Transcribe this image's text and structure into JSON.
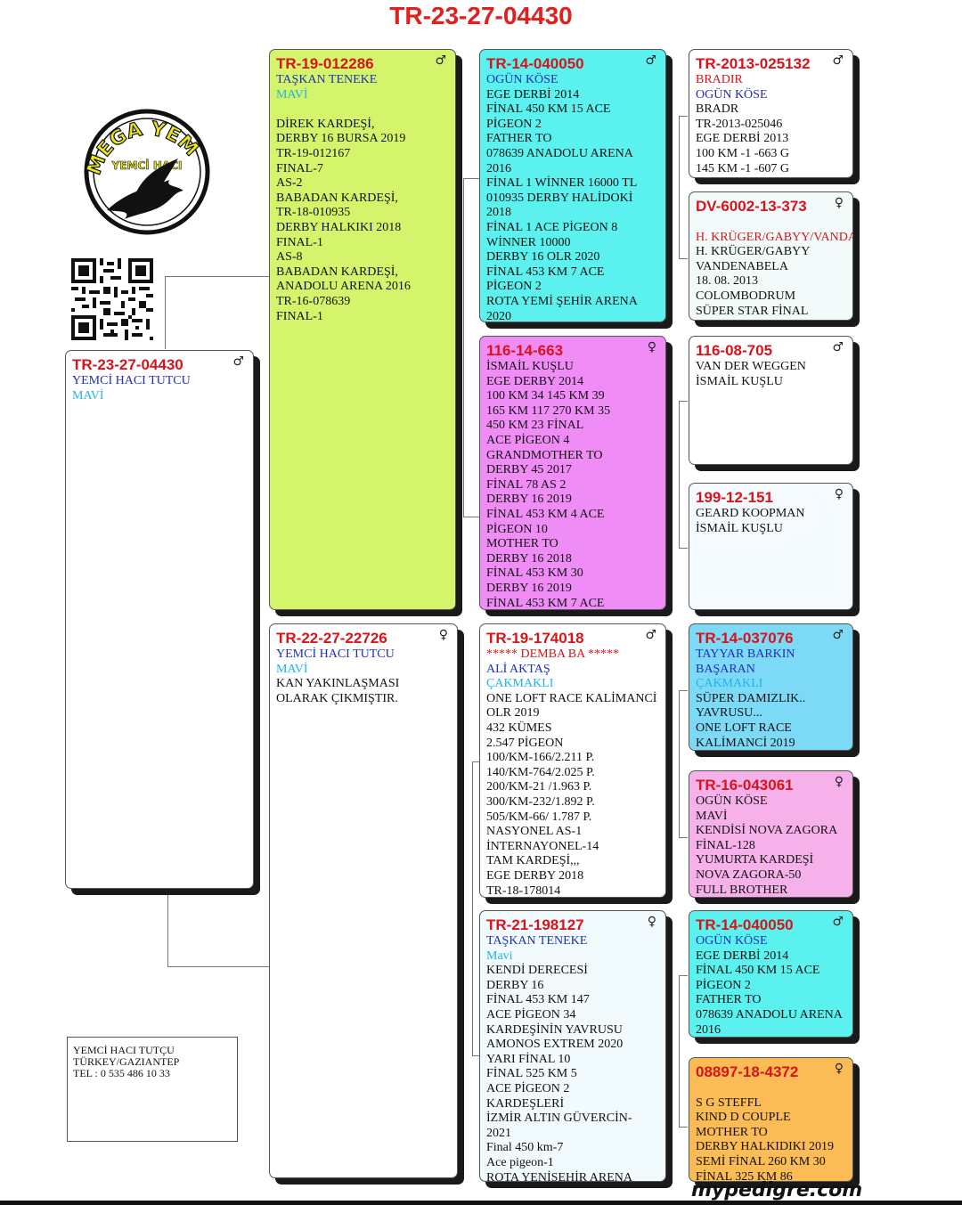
{
  "title": "TR-23-27-04430",
  "logo": {
    "text_top": "MEGA YEM",
    "text_bottom": "YEMCİ HACI"
  },
  "contact": [
    "YEMCİ HACI TUTÇU",
    "TÜRKEY/GAZIANTEP",
    "TEL : 0 535 486 10 33"
  ],
  "brand": "mypedigre.com",
  "cards": [
    {
      "id": "subject",
      "bg": "#ffffff",
      "ring": "TR-23-27-04430",
      "sex": "♂",
      "lines": [
        {
          "t": "YEMCİ HACI TUTCU",
          "c": "owner"
        },
        {
          "t": "MAVİ",
          "c": "color"
        }
      ]
    },
    {
      "id": "sire",
      "bg": "#d4f56b",
      "ring": "TR-19-012286",
      "sex": "♂",
      "lines": [
        {
          "t": "TAŞKAN TENEKE",
          "c": "owner"
        },
        {
          "t": "MAVİ",
          "c": "color"
        },
        {
          "t": "",
          "c": ""
        },
        {
          "t": "DİREK KARDEŞİ,",
          "c": ""
        },
        {
          "t": "DERBY 16 BURSA 2019",
          "c": ""
        },
        {
          "t": "TR-19-012167",
          "c": ""
        },
        {
          "t": "FINAL-7",
          "c": ""
        },
        {
          "t": "AS-2",
          "c": ""
        },
        {
          "t": "BABADAN KARDEŞİ,",
          "c": ""
        },
        {
          "t": "TR-18-010935",
          "c": ""
        },
        {
          "t": "DERBY HALKIKI 2018",
          "c": ""
        },
        {
          "t": "FINAL-1",
          "c": ""
        },
        {
          "t": "AS-8",
          "c": ""
        },
        {
          "t": "BABADAN KARDEŞİ,",
          "c": ""
        },
        {
          "t": "ANADOLU ARENA 2016",
          "c": ""
        },
        {
          "t": "TR-16-078639",
          "c": ""
        },
        {
          "t": "FINAL-1",
          "c": ""
        }
      ]
    },
    {
      "id": "dam",
      "bg": "#ffffff",
      "ring": "TR-22-27-22726",
      "sex": "♀",
      "lines": [
        {
          "t": "YEMCİ HACI TUTCU",
          "c": "owner"
        },
        {
          "t": "MAVİ",
          "c": "color"
        },
        {
          "t": "KAN YAKINLAŞMASI",
          "c": ""
        },
        {
          "t": "OLARAK ÇIKMIŞTIR.",
          "c": ""
        }
      ]
    },
    {
      "id": "ss",
      "bg": "#5af1ef",
      "ring": "TR-14-040050",
      "sex": "♂",
      "lines": [
        {
          "t": "OGÜN KÖSE",
          "c": "owner"
        },
        {
          "t": "EGE DERBİ 2014",
          "c": ""
        },
        {
          "t": "FİNAL 450 KM 15 ACE",
          "c": ""
        },
        {
          "t": "PİGEON 2",
          "c": ""
        },
        {
          "t": "FATHER TO",
          "c": ""
        },
        {
          "t": "078639 ANADOLU ARENA",
          "c": ""
        },
        {
          "t": "2016",
          "c": ""
        },
        {
          "t": "FİNAL 1 WİNNER 16000 TL",
          "c": ""
        },
        {
          "t": "010935 DERBY HALİDOKİ",
          "c": ""
        },
        {
          "t": "2018",
          "c": ""
        },
        {
          "t": "FİNAL 1 ACE PİGEON 8",
          "c": ""
        },
        {
          "t": "WİNNER 10000",
          "c": ""
        },
        {
          "t": "DERBY 16 OLR 2020",
          "c": ""
        },
        {
          "t": "FİNAL 453 KM 7 ACE",
          "c": ""
        },
        {
          "t": "PİGEON 2",
          "c": ""
        },
        {
          "t": "ROTA YEMİ ŞEHİR ARENA",
          "c": ""
        },
        {
          "t": "2020",
          "c": ""
        }
      ]
    },
    {
      "id": "sd",
      "bg": "#f08cf5",
      "ring": "116-14-663",
      "sex": "♀",
      "lines": [
        {
          "t": "İSMAİL KUŞLU",
          "c": ""
        },
        {
          "t": "EGE DERBY 2014",
          "c": ""
        },
        {
          "t": "100 KM 34 145 KM 39",
          "c": ""
        },
        {
          "t": "165 KM 117 270 KM 35",
          "c": ""
        },
        {
          "t": "450 KM 23 FİNAL",
          "c": ""
        },
        {
          "t": "ACE PİGEON 4",
          "c": ""
        },
        {
          "t": "GRANDMOTHER TO",
          "c": ""
        },
        {
          "t": "DERBY 45 2017",
          "c": ""
        },
        {
          "t": "FİNAL 78 AS 2",
          "c": ""
        },
        {
          "t": "DERBY 16 2019",
          "c": ""
        },
        {
          "t": "FİNAL 453 KM 4 ACE",
          "c": ""
        },
        {
          "t": "PİGEON 10",
          "c": ""
        },
        {
          "t": "MOTHER TO",
          "c": ""
        },
        {
          "t": "DERBY 16 2018",
          "c": ""
        },
        {
          "t": "FİNAL 453 KM 30",
          "c": ""
        },
        {
          "t": "DERBY 16 2019",
          "c": ""
        },
        {
          "t": "FİNAL 453 KM 7 ACE",
          "c": ""
        }
      ]
    },
    {
      "id": "ds",
      "bg": "#ffffff",
      "ring": "TR-19-174018",
      "sex": "♂",
      "lines": [
        {
          "t": "***** DEMBA BA *****",
          "c": "red"
        },
        {
          "t": "ALİ AKTAŞ",
          "c": "owner"
        },
        {
          "t": "ÇAKMAKLI",
          "c": "color"
        },
        {
          "t": "ONE LOFT RACE KALİMANCİ",
          "c": ""
        },
        {
          "t": "OLR 2019",
          "c": ""
        },
        {
          "t": "432 KÜMES",
          "c": ""
        },
        {
          "t": "2.547 PİGEON",
          "c": ""
        },
        {
          "t": "100/KM-166/2.211 P.",
          "c": ""
        },
        {
          "t": "140/KM-764/2.025 P.",
          "c": ""
        },
        {
          "t": "200/KM-21 /1.963 P.",
          "c": ""
        },
        {
          "t": "300/KM-232/1.892 P.",
          "c": ""
        },
        {
          "t": "505/KM-66/ 1.787 P.",
          "c": ""
        },
        {
          "t": "NASYONEL AS-1",
          "c": ""
        },
        {
          "t": "İNTERNAYONEL-14",
          "c": ""
        },
        {
          "t": "TAM KARDEŞİ,,,",
          "c": ""
        },
        {
          "t": "EGE DERBY 2018",
          "c": ""
        },
        {
          "t": "TR-18-178014",
          "c": ""
        }
      ]
    },
    {
      "id": "dd",
      "bg": "#f1fbfd",
      "ring": "TR-21-198127",
      "sex": "♀",
      "lines": [
        {
          "t": "TAŞKAN TENEKE",
          "c": "owner"
        },
        {
          "t": "Mavi",
          "c": "color"
        },
        {
          "t": "KENDİ DERECESİ",
          "c": ""
        },
        {
          "t": "DERBY 16",
          "c": ""
        },
        {
          "t": "FİNAL 453 KM 147",
          "c": ""
        },
        {
          "t": "ACE PİGEON 34",
          "c": ""
        },
        {
          "t": "KARDEŞİNİN YAVRUSU",
          "c": ""
        },
        {
          "t": "AMONOS EXTREM 2020",
          "c": ""
        },
        {
          "t": "YARI FİNAL 10",
          "c": ""
        },
        {
          "t": "FİNAL 525 KM 5",
          "c": ""
        },
        {
          "t": "ACE PİGEON 2",
          "c": ""
        },
        {
          "t": "KARDEŞLERİ",
          "c": ""
        },
        {
          "t": "İZMİR ALTIN GÜVERCİN-",
          "c": ""
        },
        {
          "t": "2021",
          "c": ""
        },
        {
          "t": "Final 450 km-7",
          "c": ""
        },
        {
          "t": "Ace pigeon-1",
          "c": ""
        },
        {
          "t": "ROTA YENİŞEHİR ARENA",
          "c": ""
        }
      ]
    },
    {
      "id": "sss",
      "bg": "#ffffff",
      "ring": "TR-2013-025132",
      "sex": "♂",
      "lines": [
        {
          "t": "BRADIR",
          "c": "red"
        },
        {
          "t": "OGÜN KÖSE",
          "c": "owner"
        },
        {
          "t": "BRADR",
          "c": ""
        },
        {
          "t": "TR-2013-025046",
          "c": ""
        },
        {
          "t": "EGE DERBİ 2013",
          "c": ""
        },
        {
          "t": "100 KM -1 -663 G",
          "c": ""
        },
        {
          "t": "145 KM -1 -607 G",
          "c": ""
        }
      ]
    },
    {
      "id": "ssd",
      "bg": "#f3fbfa",
      "ring": "DV-6002-13-373",
      "sex": "♀",
      "lines": [
        {
          "t": "",
          "c": ""
        },
        {
          "t": "H. KRÜGER/GABYY/VANDA",
          "c": "red"
        },
        {
          "t": "H. KRÜGER/GABYY",
          "c": ""
        },
        {
          "t": "VANDENABELA",
          "c": ""
        },
        {
          "t": "18. 08. 2013",
          "c": ""
        },
        {
          "t": "COLOMBODRUM",
          "c": ""
        },
        {
          "t": "SÜPER STAR FİNAL",
          "c": ""
        }
      ]
    },
    {
      "id": "sds",
      "bg": "#ffffff",
      "ring": "116-08-705",
      "sex": "♂",
      "lines": [
        {
          "t": "VAN DER WEGGEN",
          "c": ""
        },
        {
          "t": "İSMAİL KUŞLU",
          "c": ""
        }
      ]
    },
    {
      "id": "sdd",
      "bg": "#f4fafd",
      "ring": "199-12-151",
      "sex": "♀",
      "lines": [
        {
          "t": "GEARD KOOPMAN",
          "c": ""
        },
        {
          "t": "İSMAİL KUŞLU",
          "c": ""
        }
      ]
    },
    {
      "id": "dss",
      "bg": "#7ddaf6",
      "ring": "TR-14-037076",
      "sex": "♂",
      "lines": [
        {
          "t": "TAYYAR BARKIN",
          "c": "owner"
        },
        {
          "t": "BAŞARAN",
          "c": "owner"
        },
        {
          "t": "ÇAKMAKLI",
          "c": "color"
        },
        {
          "t": "SÜPER DAMIZLIK..",
          "c": ""
        },
        {
          "t": "YAVRUSU...",
          "c": ""
        },
        {
          "t": "ONE LOFT RACE",
          "c": ""
        },
        {
          "t": "KALİMANCİ 2019",
          "c": ""
        }
      ]
    },
    {
      "id": "dsd",
      "bg": "#f7b1ea",
      "ring": "TR-16-043061",
      "sex": "♀",
      "lines": [
        {
          "t": "OGÜN KÖSE",
          "c": ""
        },
        {
          "t": "MAVİ",
          "c": ""
        },
        {
          "t": "KENDİSİ NOVA ZAGORA",
          "c": ""
        },
        {
          "t": "FİNAL-128",
          "c": ""
        },
        {
          "t": "YUMURTA KARDEŞİ",
          "c": ""
        },
        {
          "t": "NOVA ZAGORA-50",
          "c": ""
        },
        {
          "t": "FULL BROTHER",
          "c": ""
        }
      ]
    },
    {
      "id": "dds",
      "bg": "#5af1ef",
      "ring": "TR-14-040050",
      "sex": "♂",
      "lines": [
        {
          "t": "OGÜN KÖSE",
          "c": "owner"
        },
        {
          "t": "EGE DERBİ 2014",
          "c": ""
        },
        {
          "t": "FİNAL 450 KM 15 ACE",
          "c": ""
        },
        {
          "t": "PİGEON 2",
          "c": ""
        },
        {
          "t": "FATHER TO",
          "c": ""
        },
        {
          "t": "078639 ANADOLU ARENA",
          "c": ""
        },
        {
          "t": "2016",
          "c": ""
        }
      ]
    },
    {
      "id": "ddd",
      "bg": "#fbbb55",
      "ring": "08897-18-4372",
      "sex": "♀",
      "lines": [
        {
          "t": "",
          "c": ""
        },
        {
          "t": "S G STEFFL",
          "c": ""
        },
        {
          "t": "KIND D COUPLE",
          "c": ""
        },
        {
          "t": "MOTHER TO",
          "c": ""
        },
        {
          "t": "DERBY HALKIDIKI 2019",
          "c": ""
        },
        {
          "t": "SEMİ FİNAL 260 KM 30",
          "c": ""
        },
        {
          "t": "FİNAL 325 KM 86",
          "c": ""
        }
      ]
    }
  ]
}
